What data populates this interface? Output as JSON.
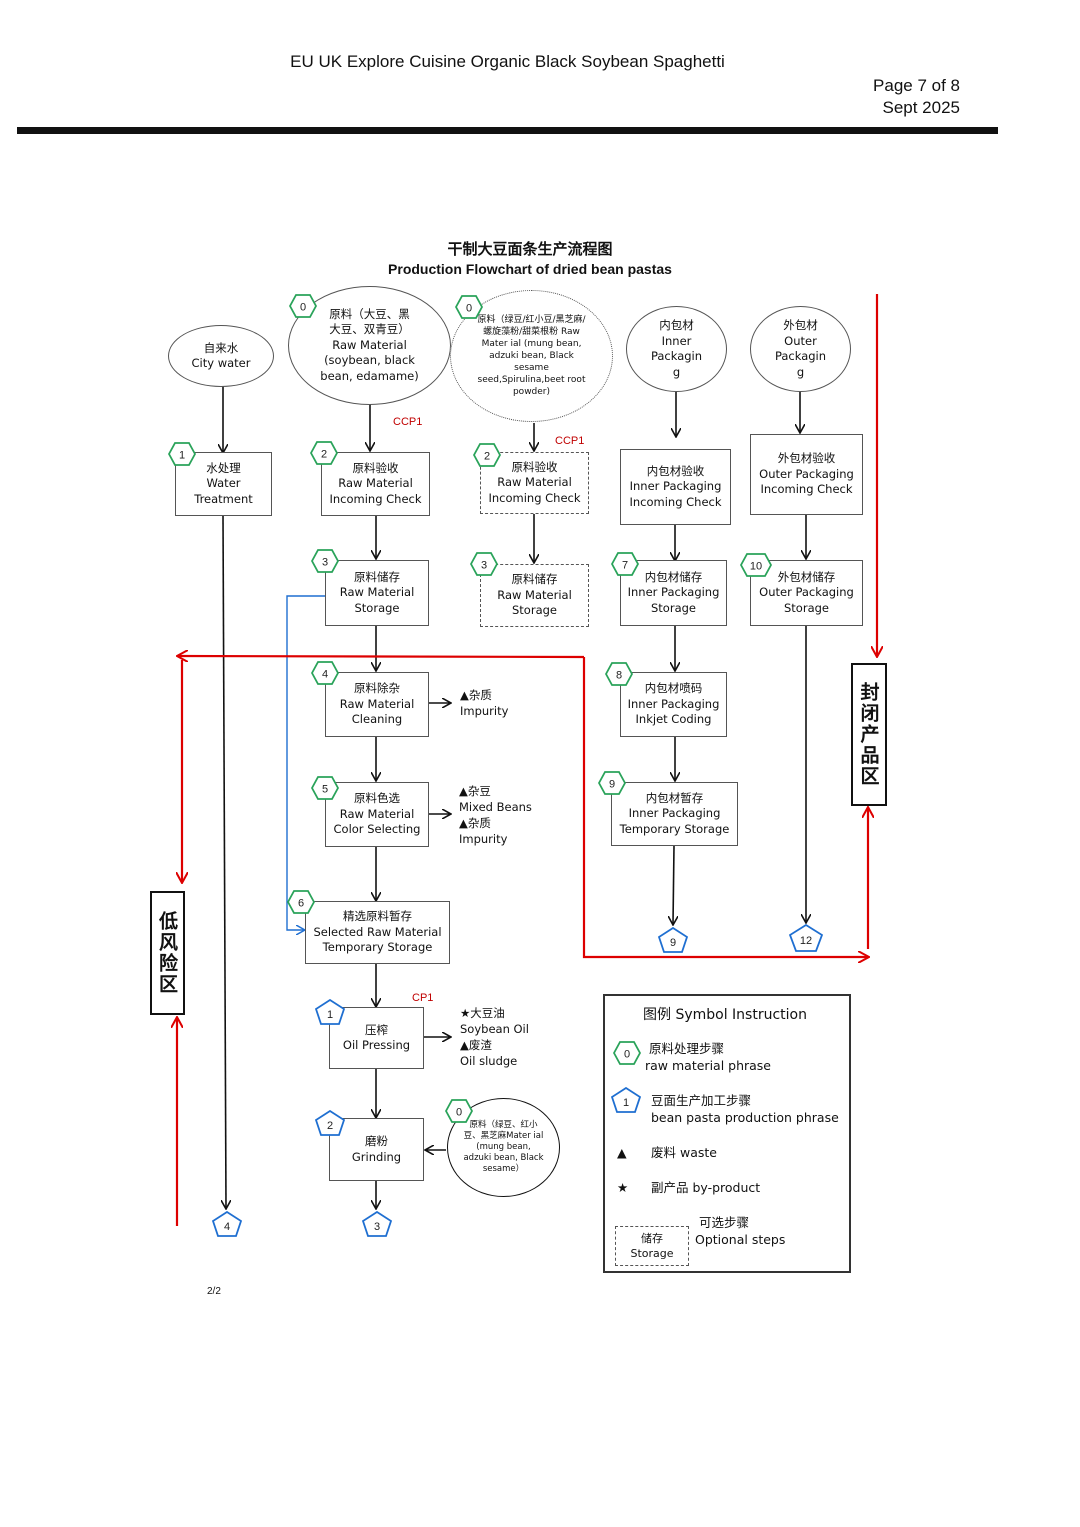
{
  "header": {
    "title": "EU UK Explore Cuisine Organic Black Soybean Spaghetti",
    "page": "Page 7 of 8",
    "date": "Sept  2025"
  },
  "flowchart": {
    "title_cn": "干制大豆面条生产流程图",
    "title_en": "Production Flowchart of dried bean pastas",
    "sources": {
      "water": {
        "cn": "自来水",
        "en": "City water"
      },
      "raw1": {
        "badge": "0",
        "l1": "原料（大豆、黑",
        "l2": "大豆、双青豆）",
        "l3": "Raw Material",
        "l4": "(soybean, black",
        "l5": "bean, edamame)"
      },
      "raw2": {
        "badge": "0",
        "text": "原料（绿豆/红小豆/黑芝麻/螺旋藻粉/甜菜根粉 Raw Mater ial (mung bean, adzuki bean, Black sesame seed,Spirulina,beet root powder)"
      },
      "inner": {
        "l1": "内包材",
        "l2": "Inner",
        "l3": "Packagin",
        "l4": "g"
      },
      "outer": {
        "l1": "外包材",
        "l2": "Outer",
        "l3": "Packagin",
        "l4": "g"
      }
    },
    "ccp": {
      "a": "CCP1",
      "b": "CCP1",
      "c": "CP1"
    },
    "steps": {
      "water_treat": {
        "badge": "1",
        "cn": "水处理",
        "en1": "Water",
        "en2": "Treatment"
      },
      "raw_check": {
        "badge": "2",
        "cn": "原料验收",
        "en1": "Raw Material",
        "en2": "Incoming Check"
      },
      "raw_check2": {
        "badge": "2",
        "cn": "原料验收",
        "en1": "Raw Material",
        "en2": "Incoming Check"
      },
      "inner_check": {
        "cn": "内包材验收",
        "en1": "Inner Packaging",
        "en2": "Incoming Check"
      },
      "outer_check": {
        "cn": "外包材验收",
        "en1": "Outer Packaging",
        "en2": "Incoming Check"
      },
      "raw_store": {
        "badge": "3",
        "cn": "原料储存",
        "en1": "Raw Material",
        "en2": "Storage"
      },
      "raw_store2": {
        "badge": "3",
        "cn": "原料储存",
        "en1": "Raw Material",
        "en2": "Storage"
      },
      "inner_store": {
        "badge": "7",
        "cn": "内包材储存",
        "en1": "Inner Packaging",
        "en2": "Storage"
      },
      "outer_store": {
        "badge": "10",
        "cn": "外包材储存",
        "en1": "Outer Packaging",
        "en2": "Storage"
      },
      "raw_clean": {
        "badge": "4",
        "cn": "原料除杂",
        "en1": "Raw Material",
        "en2": "Cleaning"
      },
      "inner_ink": {
        "badge": "8",
        "cn": "内包材喷码",
        "en1": "Inner Packaging",
        "en2": "Inkjet Coding"
      },
      "color_sel": {
        "badge": "5",
        "cn": "原料色选",
        "en1": "Raw Material",
        "en2": "Color Selecting"
      },
      "inner_temp": {
        "badge": "9",
        "cn": "内包材暂存",
        "en1": "Inner Packaging",
        "en2": "Temporary Storage"
      },
      "sel_temp": {
        "badge": "6",
        "cn": "精选原料暂存",
        "en1": "Selected Raw Material",
        "en2": "Temporary Storage"
      },
      "oil_press": {
        "badge": "1",
        "cn": "压榨",
        "en1": "Oil Pressing"
      },
      "grinding": {
        "badge": "2",
        "cn": "磨粉",
        "en1": "Grinding"
      },
      "raw3": {
        "badge": "0",
        "text": "原料（绿豆、红小豆、黑芝麻Mater ial (mung bean, adzuki bean, Black sesame）"
      }
    },
    "notes": {
      "clean": {
        "l1": "▲杂质",
        "l2": "Impurity"
      },
      "color": {
        "l1": "▲杂豆",
        "l2": "Mixed Beans",
        "l3": "▲杂质",
        "l4": "Impurity"
      },
      "oil": {
        "l1": "★大豆油",
        "l2": "Soybean Oil",
        "l3": "▲废渣",
        "l4": "Oil sludge"
      }
    },
    "connectors": {
      "c4": "4",
      "c3": "3",
      "c9": "9",
      "c12": "12"
    },
    "zones": {
      "low_risk": "低风险区",
      "closed": "封闭产品区"
    },
    "legend": {
      "title": "图例 Symbol Instruction",
      "raw_badge": "0",
      "raw_cn": "原料处理步骤",
      "raw_en": "raw material phrase",
      "prod_badge": "1",
      "prod_cn": "豆面生产加工步骤",
      "prod_en": "bean pasta production phrase",
      "waste_sym": "▲",
      "waste": "废料 waste",
      "by_sym": "★",
      "byproduct": "副产品 by-product",
      "opt_cn": "储存",
      "opt_en": "Storage",
      "opt_label_cn": "可选步骤",
      "opt_label_en": "Optional steps"
    },
    "footnote": "2/2"
  }
}
